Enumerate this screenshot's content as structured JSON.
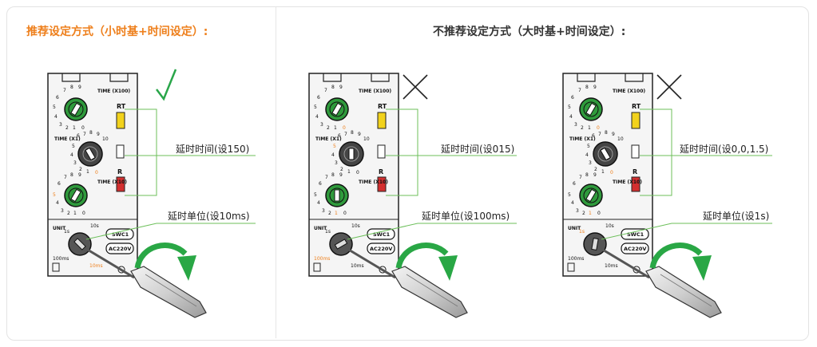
{
  "headers": {
    "recommended": "推荐设定方式（小时基+时间设定）:",
    "not_recommended": "不推荐设定方式（大时基+时间设定）:"
  },
  "colors": {
    "accent": "#ee7f1b",
    "check": "#2aa64a",
    "dial_green": "#2f9a3c",
    "dial_dark": "#444444",
    "led_yellow": "#f2d21c",
    "led_red": "#d32f2f",
    "arrow_green": "#29a745",
    "leader_green": "#6cbf5a"
  },
  "device": {
    "rt_label": "RT",
    "r_label": "R",
    "time_x100": "TIME (X100)",
    "time_x1": "TIME (X1)",
    "time_x10": "TIME (X10)",
    "unit_label": "UNIT",
    "model": "SWC1",
    "voltage": "AC220V",
    "unit_options": [
      "10s",
      "1s",
      "100ms",
      "10ms"
    ]
  },
  "panels": [
    {
      "mark": "check-icon",
      "delay_label": "延时时间(设150)",
      "unit_label": "延时单位(设10ms)",
      "dial_digits": {
        "x100": "1",
        "x1": "0",
        "x10": "5"
      },
      "unit_selected": "10ms"
    },
    {
      "mark": "cross-icon",
      "delay_label": "延时时间(设015)",
      "unit_label": "延时单位(设100ms)",
      "dial_digits": {
        "x100": "0",
        "x1": "5",
        "x10": "1"
      },
      "unit_selected": "100ms"
    },
    {
      "mark": "cross-icon",
      "delay_label": "延时时间(设0,0,1.5)",
      "unit_label": "延时单位(设1s)",
      "dial_digits": {
        "x100": "0",
        "x1": "0",
        "x10": "1.5"
      },
      "unit_selected": "1s"
    }
  ]
}
